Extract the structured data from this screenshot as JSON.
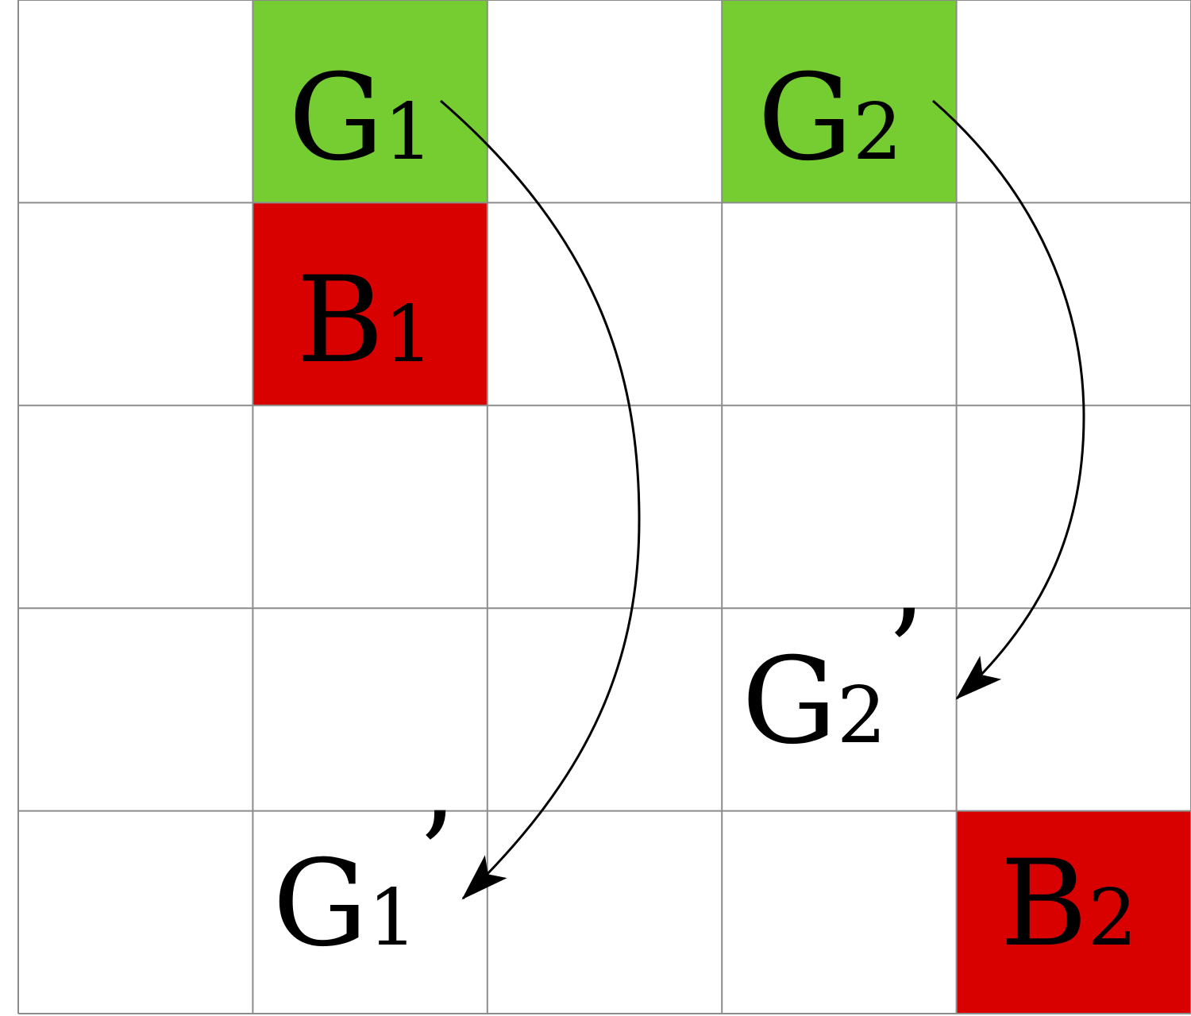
{
  "grid": {
    "rows": 5,
    "cols": 5,
    "line_color": "#8c8c8c",
    "background": "#ffffff"
  },
  "colors": {
    "green": "#76cd32",
    "red": "#d90000",
    "arrow": "#000000"
  },
  "cells": [
    {
      "id": "g1",
      "row": 0,
      "col": 1,
      "fill": "green",
      "letter": "G",
      "sub": "1",
      "prime": ""
    },
    {
      "id": "g2",
      "row": 0,
      "col": 3,
      "fill": "green",
      "letter": "G",
      "sub": "2",
      "prime": ""
    },
    {
      "id": "b1",
      "row": 1,
      "col": 1,
      "fill": "red",
      "letter": "B",
      "sub": "1",
      "prime": ""
    },
    {
      "id": "g2-prime",
      "row": 3,
      "col": 3,
      "fill": "none",
      "letter": "G",
      "sub": "2",
      "prime": "’"
    },
    {
      "id": "g1-prime",
      "row": 4,
      "col": 1,
      "fill": "none",
      "letter": "G",
      "sub": "1",
      "prime": "’"
    },
    {
      "id": "b2",
      "row": 4,
      "col": 4,
      "fill": "red",
      "letter": "B",
      "sub": "2",
      "prime": ""
    }
  ],
  "arrows": [
    {
      "id": "g1-to-g1-prime",
      "from": "G1",
      "to": "G1’"
    },
    {
      "id": "g2-to-g2-prime",
      "from": "G2",
      "to": "G2’"
    }
  ]
}
